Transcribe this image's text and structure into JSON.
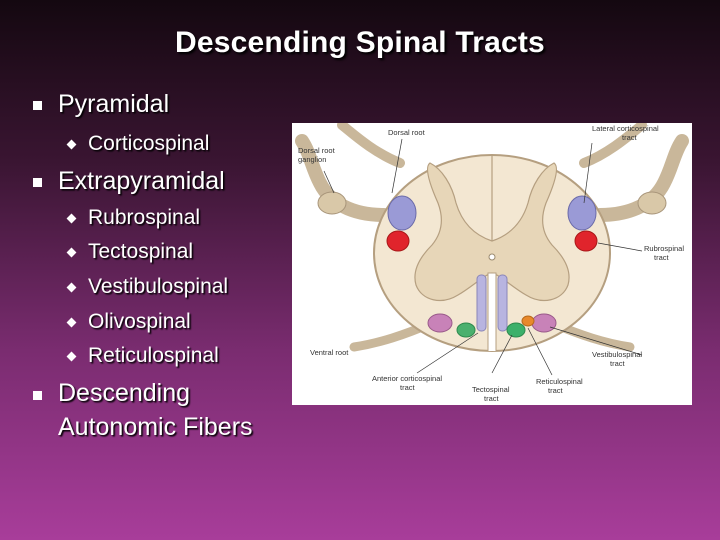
{
  "slide": {
    "title": "Descending Spinal Tracts",
    "bullets": [
      {
        "label": "Pyramidal",
        "sub": [
          "Corticospinal"
        ]
      },
      {
        "label": "Extrapyramidal",
        "sub": [
          "Rubrospinal",
          "Tectospinal",
          "Vestibulospinal",
          "Olivospinal",
          "Reticulospinal"
        ]
      },
      {
        "label": "Descending",
        "label2": "Autonomic Fibers",
        "sub": []
      }
    ]
  },
  "figure": {
    "labels": {
      "dorsal_root": "Dorsal root",
      "drg_1": "Dorsal root",
      "drg_2": "ganglion",
      "lat_cs_1": "Lateral corticospinal",
      "lat_cs_2": "tract",
      "rubro_1": "Rubrospinal",
      "rubro_2": "tract",
      "ventral_root": "Ventral root",
      "vest_1": "Vestibulospinal",
      "vest_2": "tract",
      "ant_cs_1": "Anterior corticospinal",
      "ant_cs_2": "tract",
      "tecto_1": "Tectospinal",
      "tecto_2": "tract",
      "retic_1": "Reticulospinal",
      "retic_2": "tract"
    },
    "colors": {
      "lateral_corticospinal": "#9a9ad6",
      "rubrospinal": "#e0242c",
      "anterior_corticospinal": "#b8b4e0",
      "vestibulospinal": "#c882b8",
      "tectospinal": "#3cb06a",
      "reticulospinal": "#4ab06e",
      "olivospinal": "#e8892c"
    }
  }
}
